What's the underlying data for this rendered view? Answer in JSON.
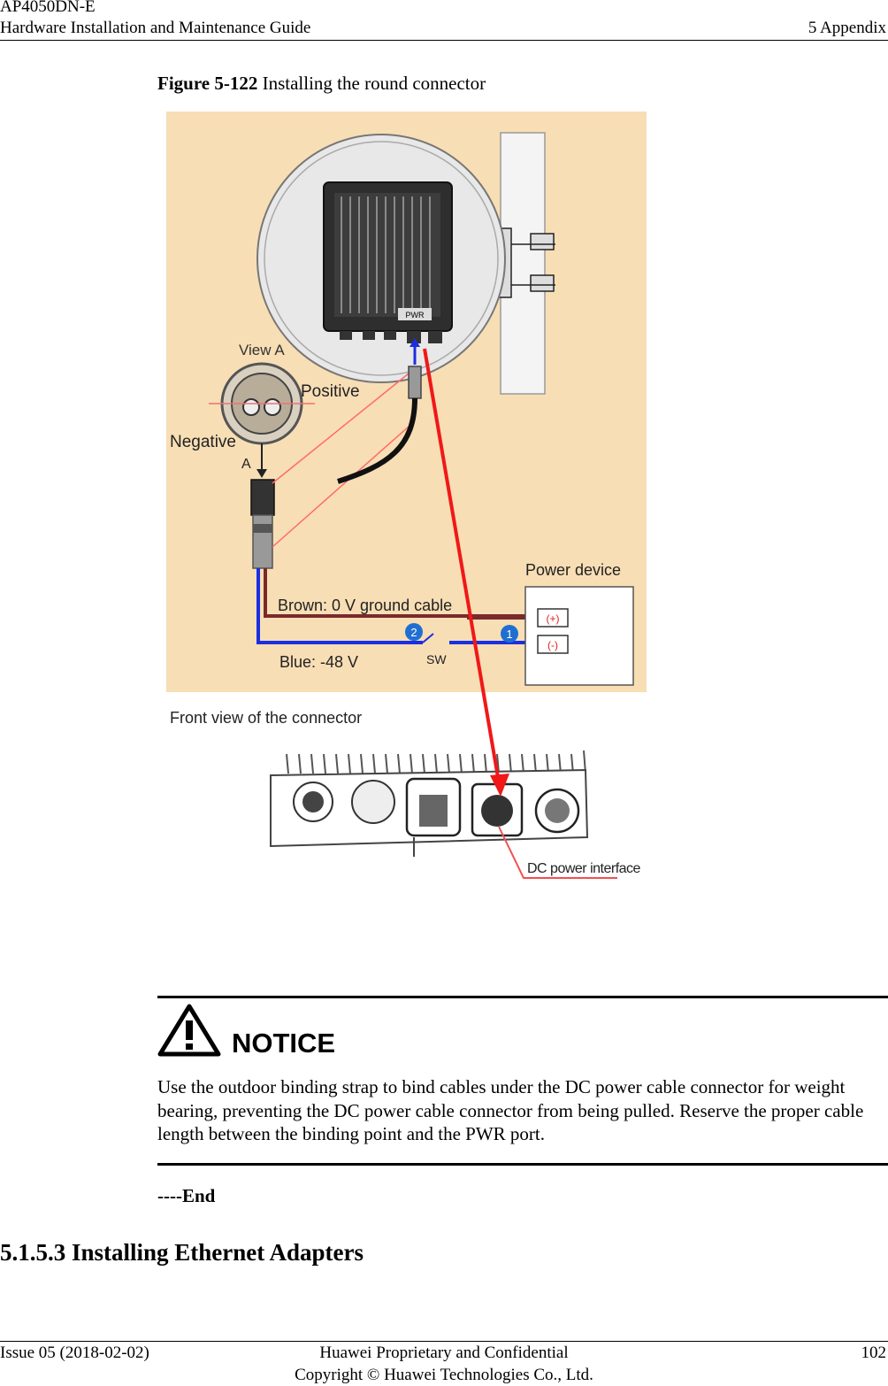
{
  "header": {
    "doc_title_line1": "AP4050DN-E",
    "doc_title_line2": "Hardware Installation and Maintenance Guide",
    "chapter": "5 Appendix"
  },
  "figure": {
    "number": "Figure 5-122",
    "caption": "Installing the round connector",
    "labels": {
      "view_a": "View A",
      "positive": "Positive",
      "negative": "Negative",
      "a": "A",
      "pwr": "PWR",
      "power_device": "Power device",
      "brown_cable": "Brown: 0 V ground cable",
      "blue_cable": "Blue: -48 V",
      "sw": "SW",
      "plus": "(+)",
      "minus": "(-)",
      "step1": "1",
      "step2": "2",
      "front_view": "Front view of the connector",
      "dc_interface": "DC power interface"
    }
  },
  "notice": {
    "title": "NOTICE",
    "body": "Use the outdoor binding strap to bind cables under the DC power cable connector for weight bearing, preventing the DC power cable connector from being pulled. Reserve the proper cable length between the binding point and the PWR port."
  },
  "end_marker": "----End",
  "section_heading": "5.1.5.3 Installing Ethernet Adapters",
  "footer": {
    "issue": "Issue 05 (2018-02-02)",
    "confidential": "Huawei Proprietary and Confidential",
    "copyright": "Copyright © Huawei Technologies Co., Ltd.",
    "page": "102"
  },
  "colors": {
    "figure_background": "#f8deb5",
    "brown_cable": "#7a2a2a",
    "blue_cable": "#1a2fe0",
    "arrow_red": "#f01818",
    "step_badge": "#1f6fd1"
  }
}
